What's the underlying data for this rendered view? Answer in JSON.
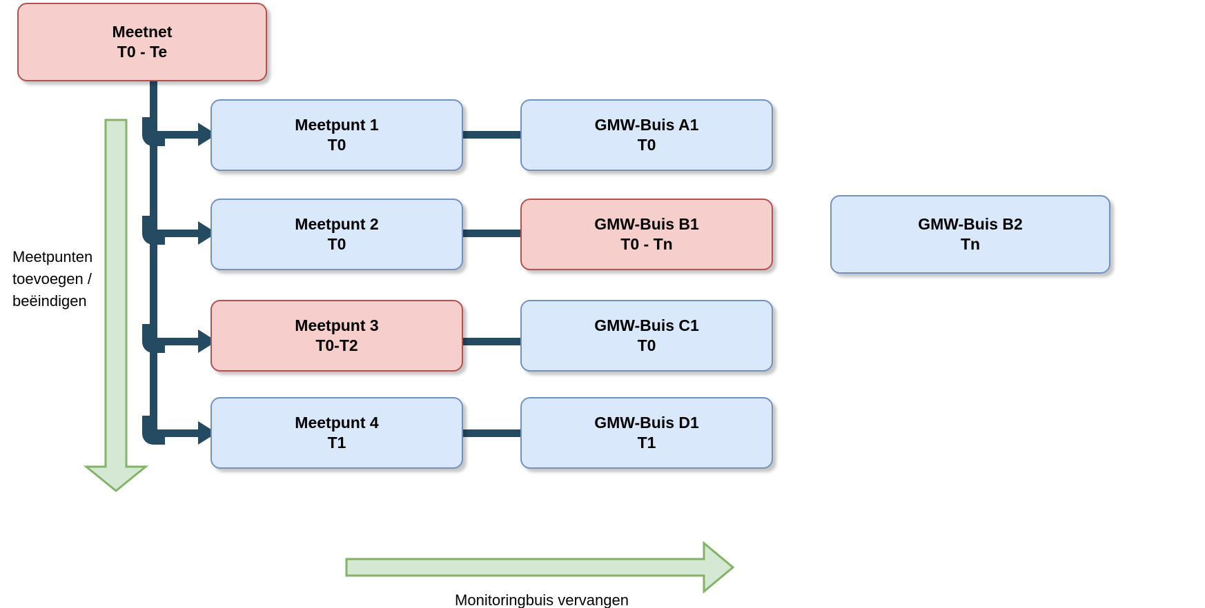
{
  "diagram": {
    "title_context": "Meetnet monitoring lifecycle flowchart",
    "colors": {
      "blue_fill": "#dae8fc",
      "blue_border": "#7191bf",
      "pink_fill": "#f6cfcd",
      "pink_border": "#b4504e",
      "green_fill": "#d5e8d4",
      "green_border": "#82b366",
      "connector": "#254b63",
      "text": "#000000",
      "background": "#ffffff"
    },
    "nodes": [
      {
        "id": "meetnet",
        "line1": "Meetnet",
        "line2": "T0 - Te",
        "style": "pink"
      },
      {
        "id": "mp1",
        "line1": "Meetpunt 1",
        "line2": "T0",
        "style": "blue"
      },
      {
        "id": "mp2",
        "line1": "Meetpunt 2",
        "line2": "T0",
        "style": "blue"
      },
      {
        "id": "mp3",
        "line1": "Meetpunt 3",
        "line2": "T0-T2",
        "style": "pink"
      },
      {
        "id": "mp4",
        "line1": "Meetpunt 4",
        "line2": "T1",
        "style": "blue"
      },
      {
        "id": "buisA1",
        "line1": "GMW-Buis A1",
        "line2": "T0",
        "style": "blue"
      },
      {
        "id": "buisB1",
        "line1": "GMW-Buis B1",
        "line2": "T0 - Tn",
        "style": "pink"
      },
      {
        "id": "buisB2",
        "line1": "GMW-Buis B2",
        "line2": "Tn",
        "style": "blue"
      },
      {
        "id": "buisC1",
        "line1": "GMW-Buis C1",
        "line2": "T0",
        "style": "blue"
      },
      {
        "id": "buisD1",
        "line1": "GMW-Buis D1",
        "line2": "T1",
        "style": "blue"
      }
    ],
    "annotations": {
      "vertical_arrow_label": "Meetpunten\ntoevoegen /\nbeëindigen",
      "horizontal_arrow_label": "Monitoringbuis vervangen"
    },
    "edges": [
      {
        "from": "meetnet",
        "to": "mp1"
      },
      {
        "from": "meetnet",
        "to": "mp2"
      },
      {
        "from": "meetnet",
        "to": "mp3"
      },
      {
        "from": "meetnet",
        "to": "mp4"
      },
      {
        "from": "mp1",
        "to": "buisA1"
      },
      {
        "from": "mp2",
        "to": "buisB1"
      },
      {
        "from": "mp3",
        "to": "buisC1"
      },
      {
        "from": "mp4",
        "to": "buisD1"
      },
      {
        "from": "buisB1",
        "to": "buisB2"
      }
    ]
  }
}
